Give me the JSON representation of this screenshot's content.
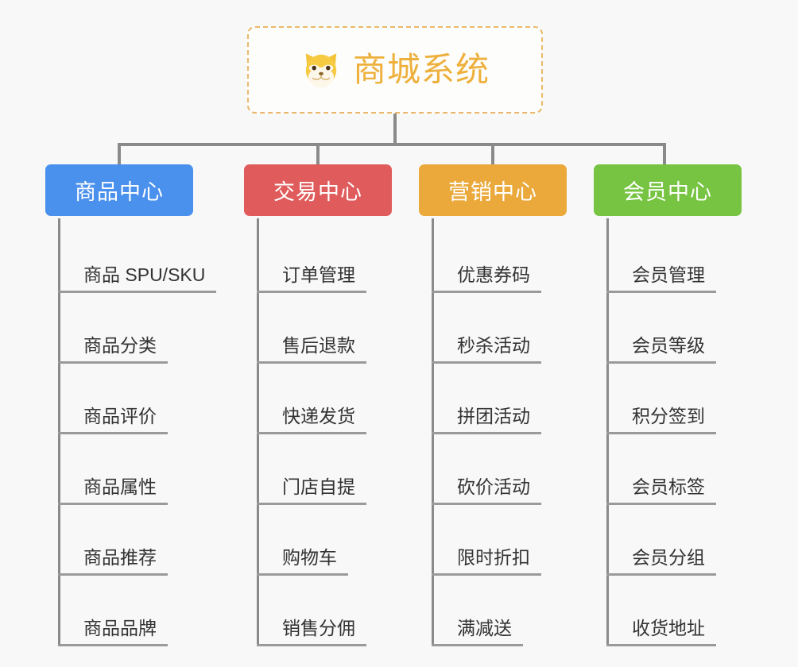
{
  "background_color": "#f8f8f8",
  "root": {
    "icon": "dog-face-emoji",
    "title": "商城系统",
    "text_color": "#eeb03c",
    "border_color": "#e8b96a"
  },
  "connector_color": "#8a8a8a",
  "columns": [
    {
      "header": "商品中心",
      "color": "#4a90ed",
      "items": [
        "商品 SPU/SKU",
        "商品分类",
        "商品评价",
        "商品属性",
        "商品推荐",
        "商品品牌"
      ]
    },
    {
      "header": "交易中心",
      "color": "#e05c5c",
      "items": [
        "订单管理",
        "售后退款",
        "快递发货",
        "门店自提",
        "购物车",
        "销售分佣"
      ]
    },
    {
      "header": "营销中心",
      "color": "#eaa93a",
      "items": [
        "优惠券码",
        "秒杀活动",
        "拼团活动",
        "砍价活动",
        "限时折扣",
        "满减送"
      ]
    },
    {
      "header": "会员中心",
      "color": "#76c441",
      "items": [
        "会员管理",
        "会员等级",
        "积分签到",
        "会员标签",
        "会员分组",
        "收货地址"
      ]
    }
  ]
}
